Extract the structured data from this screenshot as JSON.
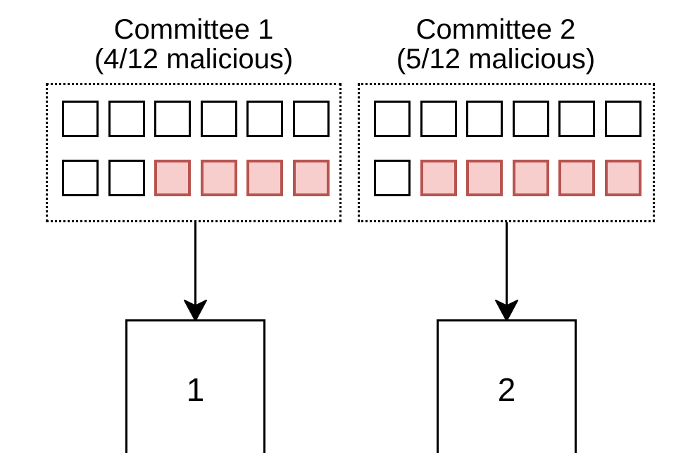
{
  "diagram": {
    "committees": [
      {
        "name": "Committee 1",
        "subtitle": "(4/12 malicious)",
        "node_label": "1",
        "members": [
          [
            "honest",
            "honest",
            "honest",
            "honest",
            "honest",
            "honest"
          ],
          [
            "honest",
            "honest",
            "malicious",
            "malicious",
            "malicious",
            "malicious"
          ]
        ]
      },
      {
        "name": "Committee 2",
        "subtitle": "(5/12 malicious)",
        "node_label": "2",
        "members": [
          [
            "honest",
            "honest",
            "honest",
            "honest",
            "honest",
            "honest"
          ],
          [
            "honest",
            "malicious",
            "malicious",
            "malicious",
            "malicious",
            "malicious"
          ]
        ]
      }
    ]
  },
  "colors": {
    "malicious_fill": "#f8cecc",
    "malicious_stroke": "#b85450",
    "line_color": "#000000",
    "background": "#ffffff"
  }
}
